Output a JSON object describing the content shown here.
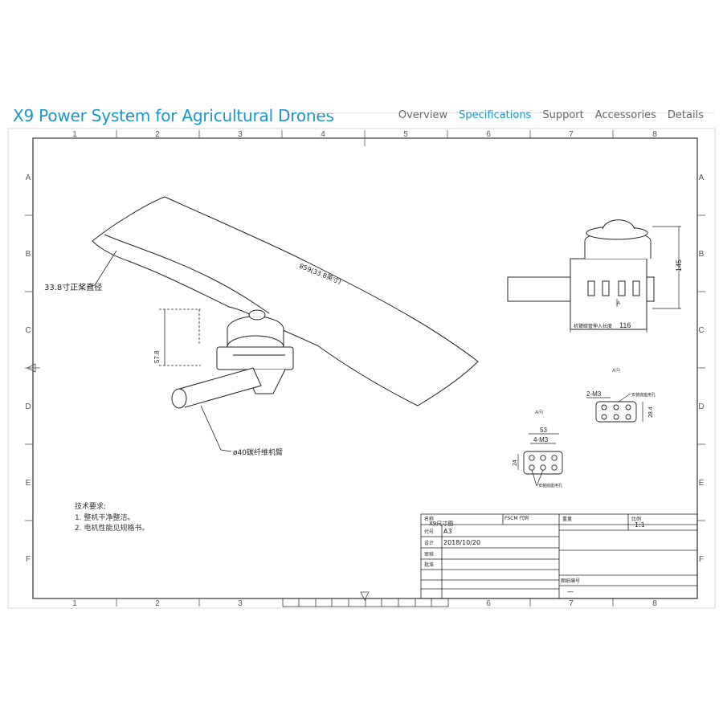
{
  "header": {
    "title": "X9 Power System for Agricultural Drones",
    "nav": [
      {
        "label": "Overview",
        "active": false
      },
      {
        "label": "Specifications",
        "active": true
      },
      {
        "label": "Support",
        "active": false
      },
      {
        "label": "Accessories",
        "active": false
      },
      {
        "label": "Details",
        "active": false
      }
    ]
  },
  "drawing": {
    "cols": [
      "1",
      "2",
      "3",
      "4",
      "5",
      "6",
      "7",
      "8"
    ],
    "rows": [
      "A",
      "B",
      "C",
      "D",
      "E",
      "F"
    ],
    "annotations": {
      "prop_size": "33.8寸正桨直径",
      "prop_length": "859(33.8英寸)",
      "height_dim": "57.8",
      "tube": "ø40碳纤维机臂",
      "side_height": "145",
      "side_width": "116",
      "side_note": "机臂碳管伸入长度",
      "view_a1": "A向",
      "view_a2": "A向",
      "arrow_a": "A",
      "m3_top": "2-M3",
      "m3_top_note": "安装底座用孔",
      "dim_28": "28.4",
      "dim_53": "53",
      "m3_bottom": "4-M3",
      "dim_24": "24",
      "m3_bottom_note": "安装底座用孔"
    },
    "tech_notes": [
      "技术要求:",
      "1. 整机干净整洁。",
      "2. 电机性能见规格书。"
    ],
    "title_block": {
      "name_label": "名称",
      "name": "X9尺寸图",
      "code_label": "代号",
      "format": "A3",
      "drawn_label": "设计",
      "date": "2018/10/20",
      "check_label": "审核",
      "approve_label": "批准",
      "company": "FSCM 代码",
      "scale_label": "比例",
      "sheet_label": "重量",
      "scale": "1:1",
      "sheet_no_label": "图纸编号",
      "sheet_no": "—"
    }
  }
}
